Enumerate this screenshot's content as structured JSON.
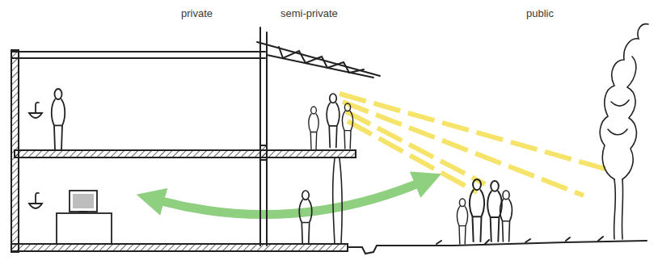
{
  "diagram": {
    "labels": [
      "private",
      "semi-private",
      "public"
    ]
  }
}
